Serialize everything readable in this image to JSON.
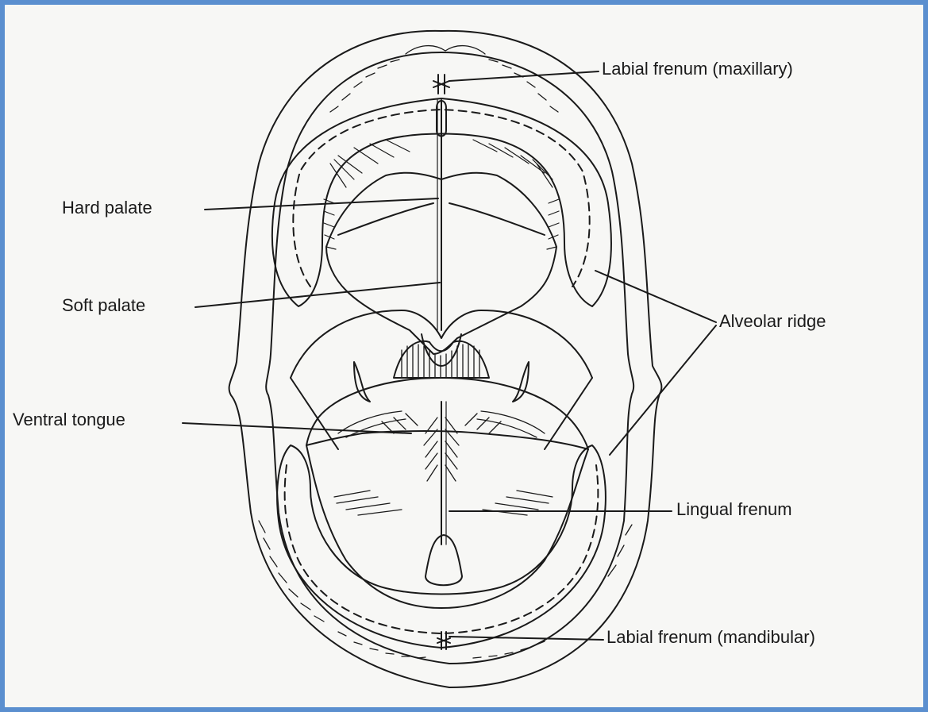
{
  "diagram": {
    "labels": {
      "labial_frenum_maxillary": "Labial frenum (maxillary)",
      "hard_palate": "Hard palate",
      "soft_palate": "Soft palate",
      "alveolar_ridge": "Alveolar ridge",
      "ventral_tongue": "Ventral tongue",
      "lingual_frenum": "Lingual frenum",
      "labial_frenum_mandibular": "Labial frenum (mandibular)"
    },
    "colors": {
      "border": "#5b8fcf",
      "ink": "#1a1a1a",
      "background": "#f7f7f5"
    }
  }
}
